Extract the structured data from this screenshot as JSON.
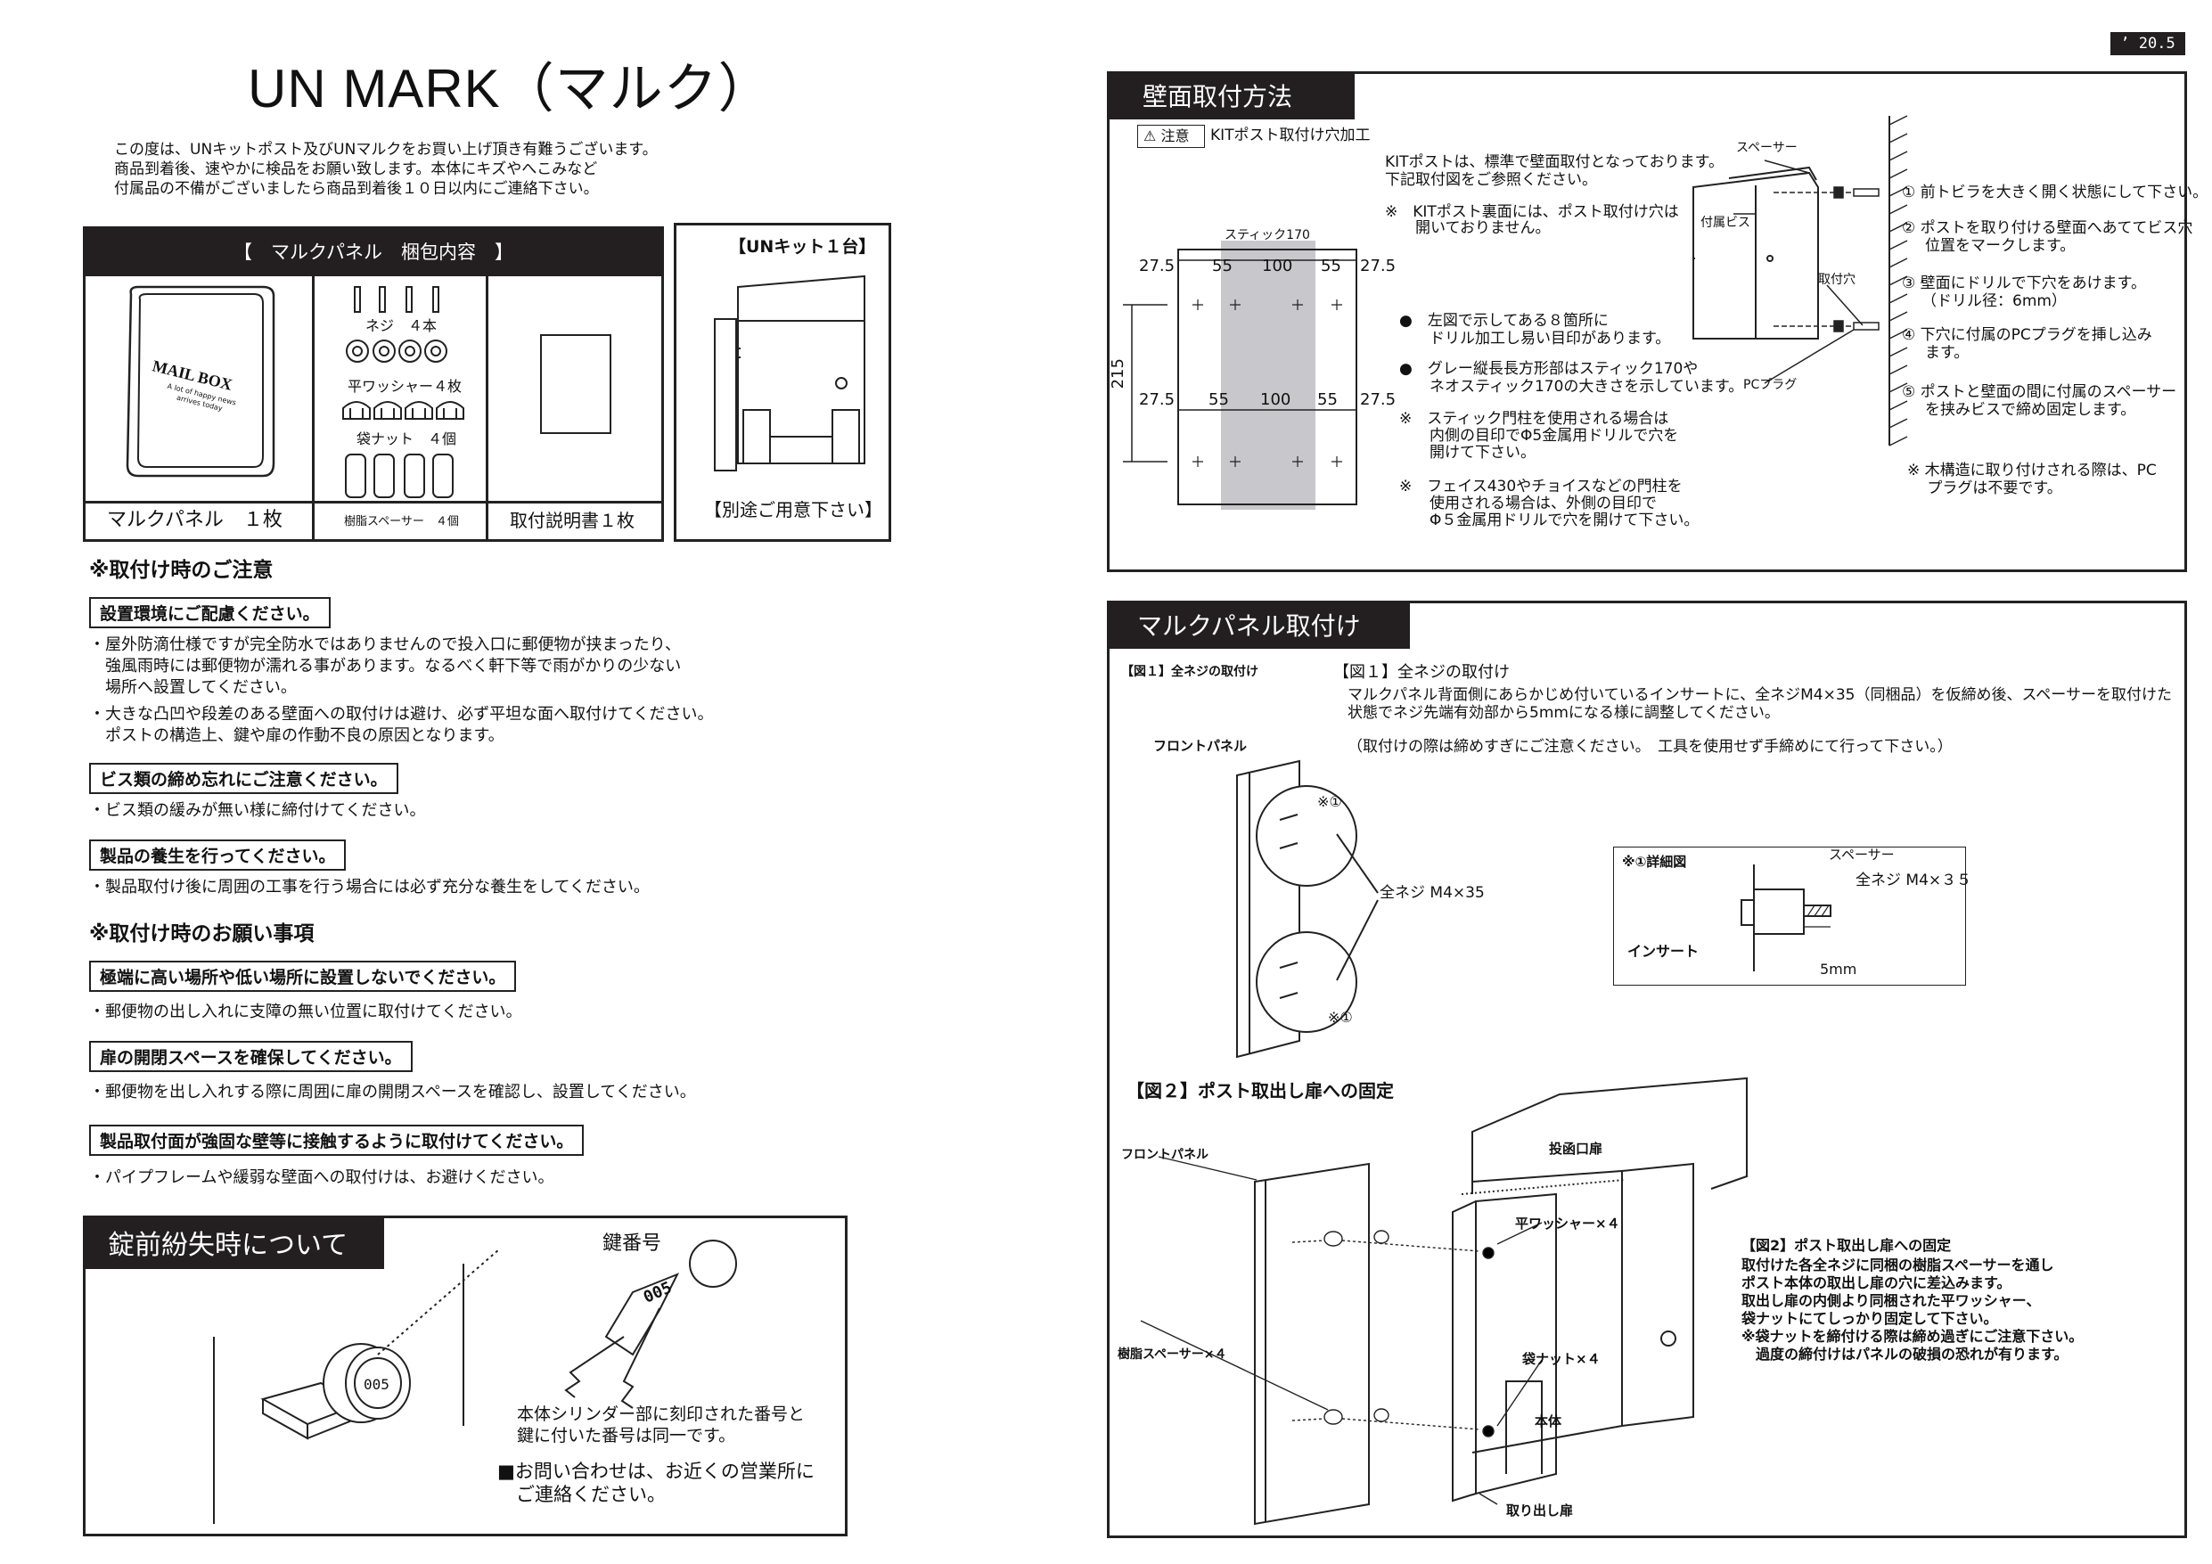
{
  "date": "’ 20.5",
  "title": "UN MARK（マルク）",
  "intro": [
    "この度は、UNキットポスト及びUNマルクをお買い上げ頂き有難うございます。",
    "商品到着後、速やかに検品をお願い致します。本体にキズやへこみなど",
    "付属品の不備がございましたら商品到着後１０日以内にご連絡下さい。"
  ],
  "package": {
    "header": "【　マルクパネル　梱包内容　】",
    "panel_logo": "MAIL BOX",
    "panel_sub": "A lot of happy news arrives today",
    "panel_label": "マルクパネル　１枚",
    "screws": "ネジ　４本",
    "washers": "平ワッシャー４枚",
    "nuts": "袋ナット　４個",
    "spacers": "樹脂スペーサー　４個",
    "manual_label": "取付説明書１枚",
    "kit_header": "【UNキット１台】",
    "kit_footer": "【別途ご用意下さい】"
  },
  "cautions": {
    "heading1": "※取付け時のご注意",
    "items": [
      {
        "label": "設置環境にご配慮ください。",
        "lines": [
          "・屋外防滴仕様ですが完全防水ではありませんので投入口に郵便物が挟まったり、",
          "　強風雨時には郵便物が濡れる事があります。なるべく軒下等で雨がかりの少ない",
          "　場所へ設置してください。",
          "・大きな凸凹や段差のある壁面への取付けは避け、必ず平坦な面へ取付けてください。",
          "　ポストの構造上、鍵や扉の作動不良の原因となります。"
        ]
      },
      {
        "label": "ビス類の締め忘れにご注意ください。",
        "lines": [
          "・ビス類の緩みが無い様に締付けてください。"
        ]
      },
      {
        "label": "製品の養生を行ってください。",
        "lines": [
          "・製品取付け後に周囲の工事を行う場合には必ず充分な養生をしてください。"
        ]
      }
    ],
    "heading2": "※取付け時のお願い事項",
    "items2": [
      {
        "label": "極端に高い場所や低い場所に設置しないでください。",
        "lines": [
          "・郵便物の出し入れに支障の無い位置に取付けてください。"
        ]
      },
      {
        "label": "扉の開閉スペースを確保してください。",
        "lines": [
          "・郵便物を出し入れする際に周囲に扉の開閉スペースを確認し、設置してください。"
        ]
      },
      {
        "label": "製品取付面が強固な壁等に接触するように取付けてください。",
        "lines": [
          "・パイプフレームや緩弱な壁面への取付けは、お避けください。"
        ]
      }
    ]
  },
  "lock": {
    "header": "錠前紛失時について",
    "key_number": "鍵番号",
    "key_code": "005",
    "text1": [
      "本体シリンダー部に刻印された番号と",
      "鍵に付いた番号は同一です。"
    ],
    "text2": [
      "■お問い合わせは、お近くの営業所に",
      "　ご連絡ください。"
    ]
  },
  "wall": {
    "header": "壁面取付方法",
    "caution_tag": "注意",
    "caution_text": "KITポスト取付け穴加工",
    "stick": "スティック170",
    "dim_top": [
      "27.5",
      "55",
      "100",
      "55",
      "27.5"
    ],
    "dim_mid": [
      "27.5",
      "55",
      "100",
      "55",
      "27.5"
    ],
    "dim_side": "215",
    "desc1": [
      "KITポストは、標準で壁面取付となっております。",
      "下記取付図をご参照ください。"
    ],
    "desc2": [
      "※　KITポスト裏面には、ポスト取付け穴は",
      "　　開いておりません。"
    ],
    "desc3": [
      "●　左図で示してある８箇所に",
      "　　ドリル加工し易い目印があります。"
    ],
    "desc4": [
      "●　グレー縦長長方形部はスティック170や",
      "　　ネオスティック170の大きさを示しています。"
    ],
    "desc5": [
      "※　スティック門柱を使用される場合は",
      "　　内側の目印でΦ5金属用ドリルで穴を",
      "　　開けて下さい。"
    ],
    "desc6": [
      "※　フェイス430やチョイスなどの門柱を",
      "　　使用される場合は、外側の目印で",
      "　　Φ５金属用ドリルで穴を開けて下さい。"
    ],
    "spacer": "スペーサー",
    "screw": "付属ビス",
    "hole": "取付穴",
    "plug": "PCプラグ",
    "steps": [
      [
        "①",
        "前トビラを大きく開く状態にして下さい。"
      ],
      [
        "②",
        "ポストを取り付ける壁面へあててビス穴",
        "位置をマークします。"
      ],
      [
        "③",
        "壁面にドリルで下穴をあけます。",
        "（ドリル径：6mm）"
      ],
      [
        "④",
        "下穴に付属のPCプラグを挿し込み",
        "ます。"
      ],
      [
        "⑤",
        "ポストと壁面の間に付属のスペーサー",
        "を挟みビスで締め固定します。"
      ]
    ],
    "note": [
      "※ 木構造に取り付けされる際は、PC",
      "　 プラグは不要です。"
    ]
  },
  "panel": {
    "header": "マルクパネル取付け",
    "fig1_small": "【図１】全ネジの取付け",
    "fig1_title": "【図１】全ネジの取付け",
    "fig1_desc": [
      "マルクパネル背面側にあらかじめ付いているインサートに、全ネジM4×35（同梱品）を仮締め後、スペーサーを取付けた",
      "状態でネジ先端有効部から5mmになる様に調整してください。"
    ],
    "fig1_note": "（取付けの際は締めすぎにご注意ください。　工具を使用せず手締めにて行って下さい。）",
    "front_panel": "フロントパネル",
    "mark1": "※①",
    "mark2": "※①",
    "allscrew": "全ネジ M4×35",
    "detail": "※①詳細図",
    "d_spacer": "スペーサー",
    "d_screw": "全ネジ M4×３５",
    "d_insert": "インサート",
    "d_5mm": "5mm",
    "fig2_title": "【図２】ポスト取出し扉への固定",
    "f2_front": "フロントパネル",
    "f2_slot": "投函口扉",
    "f2_washer": "平ワッシャー×４",
    "f2_nut": "袋ナット×４",
    "f2_spacer": "樹脂スペーサー×４",
    "f2_body": "本体",
    "f2_door": "取り出し扉",
    "fig2_desc_title": "【図2】ポスト取出し扉への固定",
    "fig2_desc": [
      "取付けた各全ネジに同梱の樹脂スペーサーを通し",
      "ポスト本体の取出し扉の穴に差込みます。",
      "取出し扉の内側より同梱された平ワッシャー、",
      "袋ナットにてしっかり固定して下さい。",
      "※袋ナットを締付ける際は締め過ぎにご注意下さい。",
      "　過度の締付けはパネルの破損の恐れが有ります。"
    ]
  }
}
